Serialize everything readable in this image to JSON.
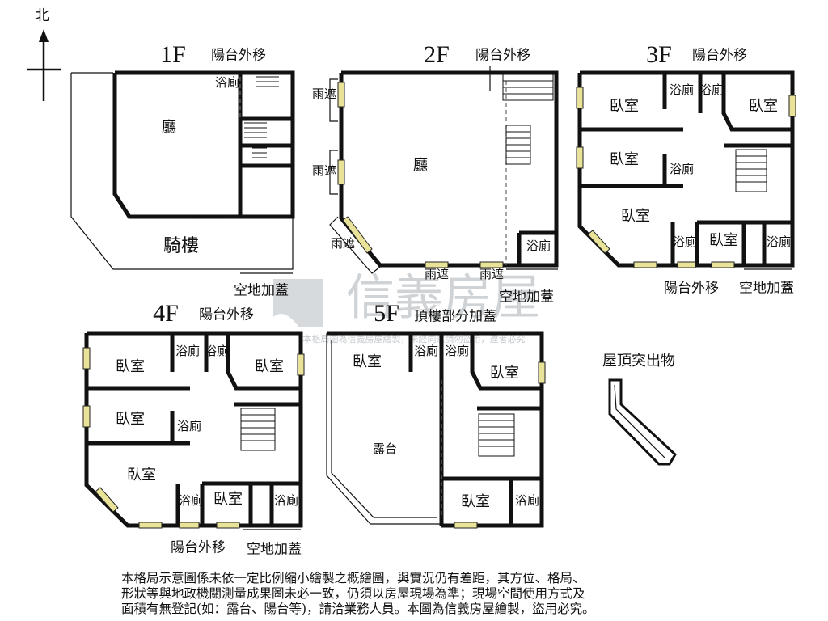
{
  "compass": {
    "label": "北"
  },
  "watermark": {
    "brand": "信義房屋",
    "fine_print": "本格局圖為信義房屋繪製，未經同意請勿盜用，違者必究"
  },
  "floors": {
    "f1": {
      "label": "1F",
      "rooms": {
        "hall": "廳",
        "bath": "浴廁",
        "arcade": "騎樓"
      },
      "notes": {
        "balcony": "陽台外移",
        "yard": "空地加蓋"
      }
    },
    "f2": {
      "label": "2F",
      "rooms": {
        "hall": "廳",
        "bath": "浴廁"
      },
      "notes": {
        "balcony": "陽台外移",
        "yard": "空地加蓋",
        "canopy_1": "雨遮",
        "canopy_2": "雨遮",
        "canopy_3": "雨遮",
        "canopy_4": "雨遮",
        "canopy_5": "雨遮"
      }
    },
    "f3": {
      "label": "3F",
      "rooms": {
        "bed_1": "臥室",
        "bed_2": "臥室",
        "bed_3": "臥室",
        "bed_4": "臥室",
        "bed_5": "臥室",
        "bath_1": "浴廁",
        "bath_2": "浴廁",
        "bath_3": "浴廁",
        "bath_4": "浴廁",
        "bath_5": "浴廁"
      },
      "notes": {
        "balcony_top": "陽台外移",
        "balcony_bottom": "陽台外移",
        "yard": "空地加蓋"
      }
    },
    "f4": {
      "label": "4F",
      "rooms": {
        "bed_1": "臥室",
        "bed_2": "臥室",
        "bed_3": "臥室",
        "bed_4": "臥室",
        "bed_5": "臥室",
        "bath_1": "浴廁",
        "bath_2": "浴廁",
        "bath_3": "浴廁",
        "bath_4": "浴廁",
        "bath_5": "浴廁"
      },
      "notes": {
        "balcony_top": "陽台外移",
        "balcony_bottom": "陽台外移",
        "yard": "空地加蓋"
      }
    },
    "f5": {
      "label": "5F",
      "title_note": "頂樓部分加蓋",
      "rooms": {
        "bed_1": "臥室",
        "bed_2": "臥室",
        "bed_3": "臥室",
        "bath_1": "浴廁",
        "bath_2": "浴廁",
        "bath_3": "浴廁",
        "terrace": "露台"
      }
    },
    "roof": {
      "label": "屋頂突出物"
    }
  },
  "disclaimer": "本格局示意圖係未依一定比例縮小繪製之概繪圖，與實況仍有差距，其方位、格局、\n形狀等與地政機關測量成果圖未必一致，仍須以房屋現場為準；現場空間使用方式及\n面積有無登記(如：露台、陽台等)，請洽業務人員。本圖為信義房屋繪製，盜用必究。"
}
